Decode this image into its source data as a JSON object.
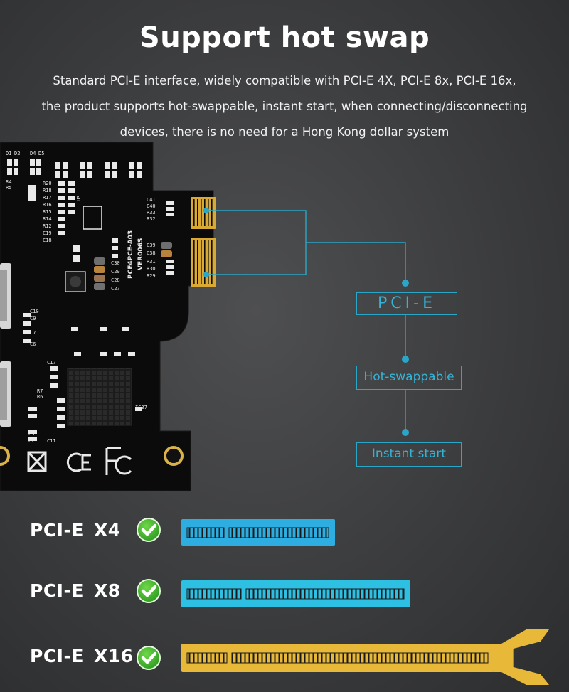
{
  "title": "Support hot swap",
  "description": {
    "line1": "Standard PCI-E interface, widely compatible with PCI-E 4X, PCI-E 8x, PCI-E 16x,",
    "line2": "the product supports hot-swappable, instant start, when connecting/disconnecting",
    "line3": "devices, there is no need for a Hong Kong dollar system"
  },
  "callouts": {
    "interface": "PCI-E",
    "hot_swap": "Hot-swappable",
    "instant": "Instant start"
  },
  "board_silkscreen": {
    "model": "PCE4PCE-A03",
    "version": "VER006S",
    "chip": "U3",
    "ic": "IC37"
  },
  "slots": [
    {
      "gen": "PCI-E",
      "width": "X4",
      "color": "#2eaee0"
    },
    {
      "gen": "PCI-E",
      "width": "X8",
      "color": "#2ec0e2"
    },
    {
      "gen": "PCI-E",
      "width": "X16",
      "color": "#e8b838"
    }
  ],
  "colors": {
    "accent": "#2aa6c9",
    "check": "#3aad2a",
    "pcb": "#0b0b0b",
    "gold_finger": "#e0b23a"
  }
}
